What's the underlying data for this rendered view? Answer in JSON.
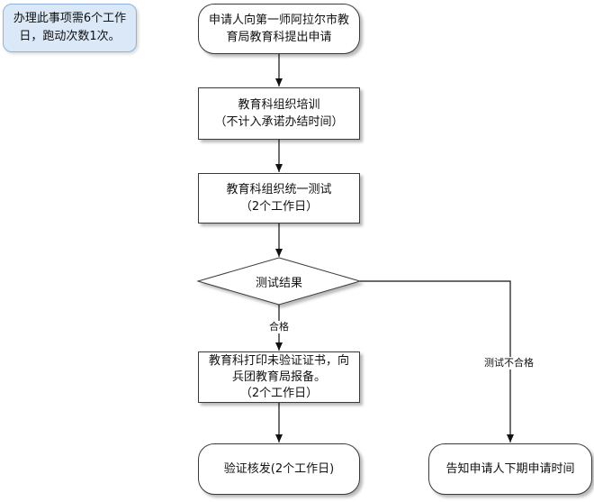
{
  "note": {
    "line1": "办理此事项需6个工作",
    "line2": "日，跑动次数1次。"
  },
  "nodes": {
    "apply": {
      "line1": "申请人向第一师阿拉尔市教",
      "line2": "育局教育科提出申请"
    },
    "training": {
      "line1": "教育科组织培训",
      "line2": "（不计入承诺办结时间）"
    },
    "test": {
      "line1": "教育科组织统一测试",
      "line2": "（2个工作日）"
    },
    "result": {
      "label": "测试结果"
    },
    "print": {
      "line1": "教育科打印未验证证书，向",
      "line2": "兵团教育局报备。",
      "line3": "（2个工作日）"
    },
    "verify": {
      "label": "验证核发(2个工作日)"
    },
    "notify": {
      "label": "告知申请人下期申请时间"
    }
  },
  "edge_labels": {
    "pass": "合格",
    "fail": "测试不合格"
  }
}
